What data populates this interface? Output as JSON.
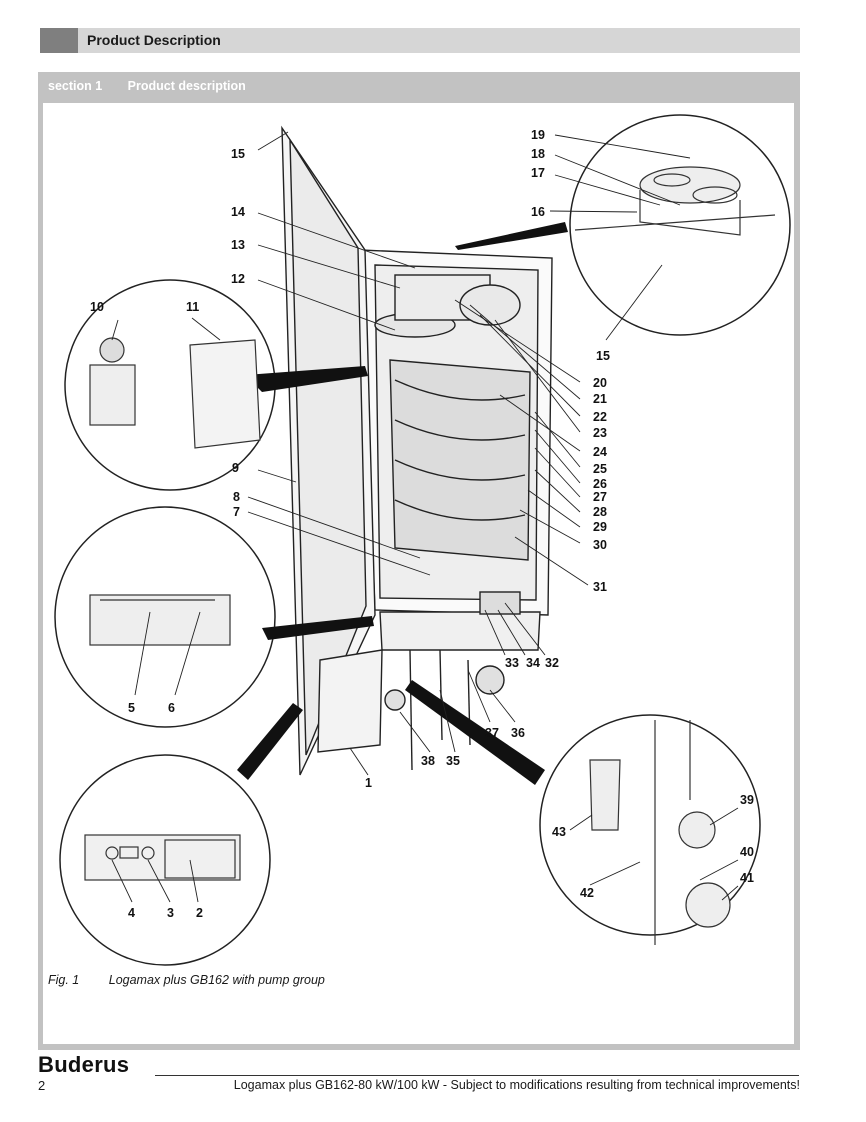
{
  "header": {
    "title": "Product Description"
  },
  "section_bar": {
    "label": "section 1",
    "title": "Product description"
  },
  "figure": {
    "callouts": [
      "1",
      "2",
      "3",
      "4",
      "5",
      "6",
      "7",
      "8",
      "9",
      "10",
      "11",
      "12",
      "13",
      "14",
      "15",
      "15",
      "16",
      "17",
      "18",
      "19",
      "20",
      "21",
      "22",
      "23",
      "24",
      "25",
      "26",
      "27",
      "28",
      "29",
      "30",
      "31",
      "32",
      "33",
      "34",
      "35",
      "36",
      "37",
      "38",
      "39",
      "40",
      "41",
      "42",
      "43"
    ]
  },
  "caption": {
    "number": "Fig. 1",
    "text": "Logamax plus GB162 with pump group"
  },
  "footer": {
    "brand": "Buderus",
    "page_number": "2",
    "text": "Logamax plus GB162-80 kW/100 kW - Subject to modifications resulting from technical improvements!"
  }
}
